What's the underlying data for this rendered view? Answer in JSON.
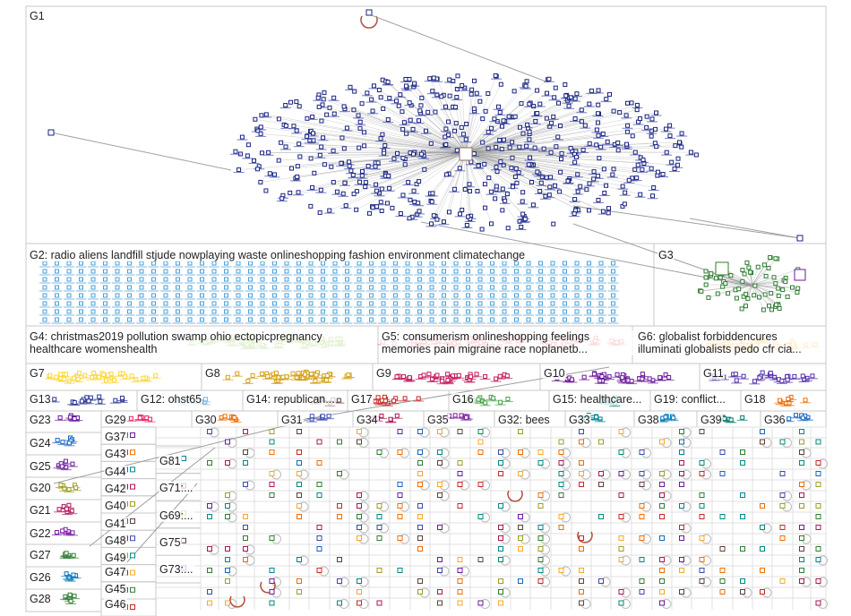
{
  "colors": {
    "box_border": "#c8c8c8",
    "edge": "#a0a0a0",
    "self_loop": "#b05040",
    "G1": "#1a237e",
    "G2": "#4a9fd8",
    "G3": "#2e7d32",
    "G4": "#8bc34a",
    "G5": "#e57373",
    "G6": "#ffb74d",
    "G7": "#fdd835",
    "G8": "#d4a017",
    "G9": "#c2185b",
    "G10": "#6a1b9a",
    "G11": "#512da8",
    "G12": "#7fb3d5",
    "G13": "#283593",
    "G14": "#5d4037",
    "G15": "#00897b",
    "G16": "#43a047",
    "G17": "#c62828",
    "G18": "#ef6c00",
    "G19": "#f9a825"
  },
  "groups": [
    {
      "id": "G1",
      "label": "G1"
    },
    {
      "id": "G2",
      "label": "G2: radio aliens landfill stjude nowplaying waste onlineshopping fashion environment climatechange"
    },
    {
      "id": "G3",
      "label": "G3"
    },
    {
      "id": "G4",
      "label": "G4: christmas2019 pollution swamp ohio ectopicpregnancy healthcare womenshealth"
    },
    {
      "id": "G5",
      "label": "G5: consumerism onlineshopping feelings memories pain migraine race noplanetb..."
    },
    {
      "id": "G6",
      "label": "G6: globalist forbiddencures illuminati globalists pedo cfr cia..."
    },
    {
      "id": "G7",
      "label": "G7"
    },
    {
      "id": "G8",
      "label": "G8"
    },
    {
      "id": "G9",
      "label": "G9"
    },
    {
      "id": "G10",
      "label": "G10"
    },
    {
      "id": "G11",
      "label": "G11"
    },
    {
      "id": "G13",
      "label": "G13"
    },
    {
      "id": "G12",
      "label": "G12: ohst65"
    },
    {
      "id": "G14",
      "label": "G14: republican..."
    },
    {
      "id": "G17",
      "label": "G17"
    },
    {
      "id": "G16",
      "label": "G16"
    },
    {
      "id": "G15",
      "label": "G15: healthcare..."
    },
    {
      "id": "G19",
      "label": "G19: conflict..."
    },
    {
      "id": "G18",
      "label": "G18"
    },
    {
      "id": "G23",
      "label": "G23"
    },
    {
      "id": "G29",
      "label": "G29"
    },
    {
      "id": "G30",
      "label": "G30"
    },
    {
      "id": "G31",
      "label": "G31"
    },
    {
      "id": "G34",
      "label": "G34"
    },
    {
      "id": "G35",
      "label": "G35"
    },
    {
      "id": "G32",
      "label": "G32: bees"
    },
    {
      "id": "G33",
      "label": "G33"
    },
    {
      "id": "G38",
      "label": "G38"
    },
    {
      "id": "G39",
      "label": "G39"
    },
    {
      "id": "G36",
      "label": "G36"
    },
    {
      "id": "G24",
      "label": "G24"
    },
    {
      "id": "G37",
      "label": "G37"
    },
    {
      "id": "G43",
      "label": "G43"
    },
    {
      "id": "G25",
      "label": "G25"
    },
    {
      "id": "G44",
      "label": "G44"
    },
    {
      "id": "G81",
      "label": "G81"
    },
    {
      "id": "G20",
      "label": "G20"
    },
    {
      "id": "G42",
      "label": "G42"
    },
    {
      "id": "G71",
      "label": "G71:..."
    },
    {
      "id": "G21",
      "label": "G21"
    },
    {
      "id": "G40",
      "label": "G40"
    },
    {
      "id": "G69",
      "label": "G69:..."
    },
    {
      "id": "G41",
      "label": "G41"
    },
    {
      "id": "G22",
      "label": "G22"
    },
    {
      "id": "G48",
      "label": "G48"
    },
    {
      "id": "G75",
      "label": "G75"
    },
    {
      "id": "G27",
      "label": "G27"
    },
    {
      "id": "G49",
      "label": "G49"
    },
    {
      "id": "G73",
      "label": "G73:..."
    },
    {
      "id": "G47",
      "label": "G47"
    },
    {
      "id": "G26",
      "label": "G26"
    },
    {
      "id": "G45",
      "label": "G45"
    },
    {
      "id": "G28",
      "label": "G28"
    },
    {
      "id": "G46",
      "label": "G46"
    }
  ]
}
